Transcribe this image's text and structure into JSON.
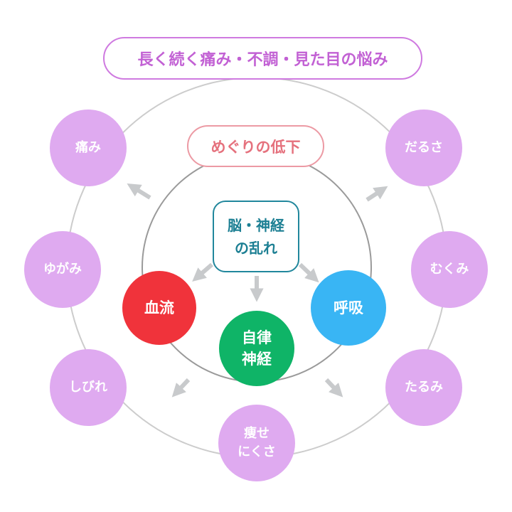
{
  "colors": {
    "outer_ring": "#cccccc",
    "inner_ring": "#9a9a9a",
    "symptom": "#dfaaf0",
    "arrow": "#c8cacc",
    "blood_flow": "#f0333b",
    "autonomic": "#0fb467",
    "breathing": "#39b5f4"
  },
  "outer_title": "長く続く痛み・不調・見た目の悩み",
  "inner_title": "めぐりの低下",
  "core": {
    "line1": "脳・神経",
    "line2": "の乱れ"
  },
  "inner_circles": {
    "blood_flow": "血流",
    "autonomic": {
      "line1": "自律",
      "line2": "神経"
    },
    "breathing": "呼吸"
  },
  "symptoms": {
    "pain": "痛み",
    "distortion": "ゆがみ",
    "numbness": "しびれ",
    "thinness": {
      "line1": "痩せ",
      "line2": "にくさ"
    },
    "sagging": "たるみ",
    "swelling": "むくみ",
    "fatigue": "だるさ"
  },
  "icons": {
    "arrows": [
      "arrow-icon-up-left",
      "arrow-icon-up-right",
      "arrow-icon-down-left",
      "arrow-icon-down-right",
      "arrow-icon-core-left",
      "arrow-icon-core-down",
      "arrow-icon-core-right"
    ]
  }
}
